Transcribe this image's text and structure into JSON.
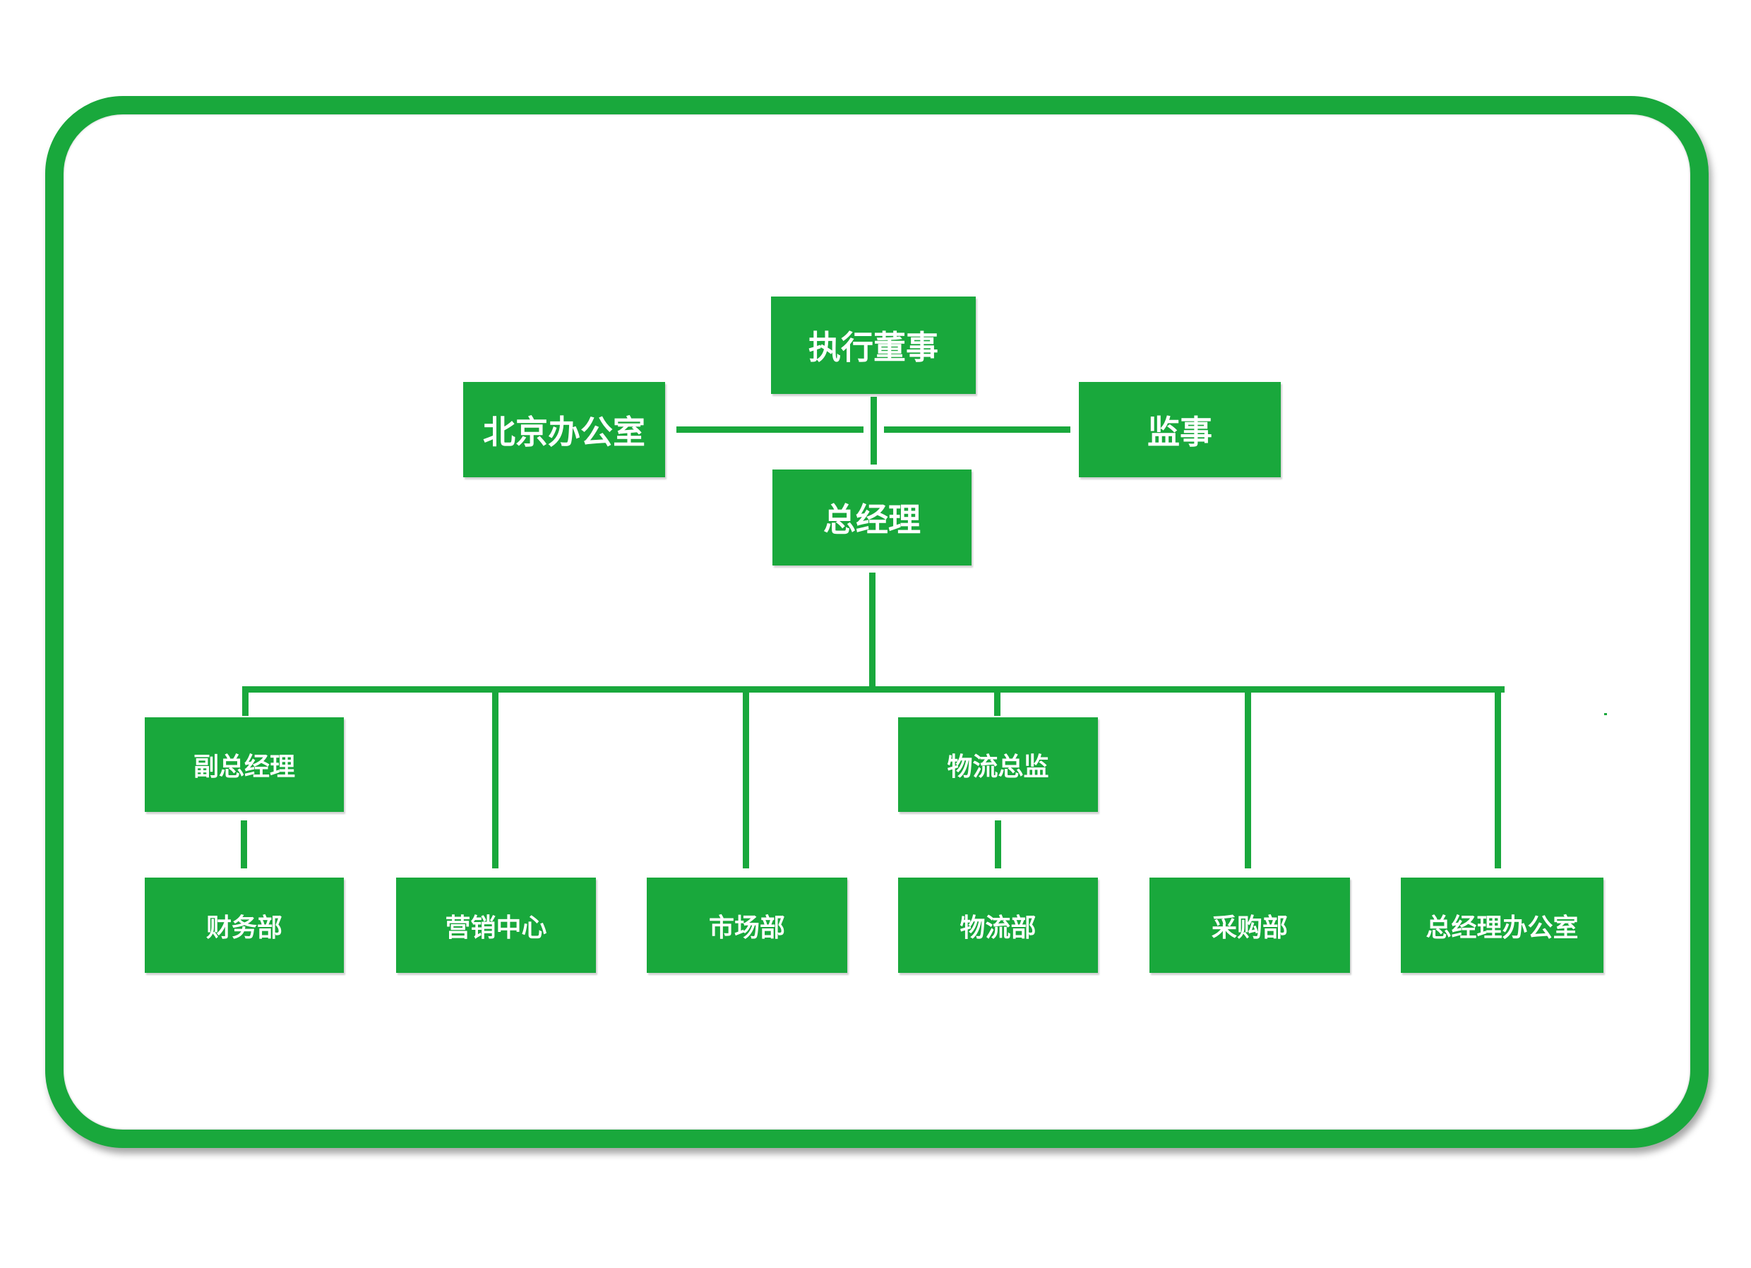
{
  "colors": {
    "accent": "#19a83c",
    "text": "#ffffff",
    "background": "#ffffff"
  },
  "chart": {
    "top": {
      "executive_director": "执行董事",
      "beijing_office": "北京办公室",
      "supervisor": "监事",
      "general_manager": "总经理"
    },
    "middle": {
      "deputy_general_manager": "副总经理",
      "logistics_director": "物流总监"
    },
    "departments": {
      "finance": "财务部",
      "marketing_center": "营销中心",
      "market": "市场部",
      "logistics": "物流部",
      "procurement": "采购部",
      "gm_office": "总经理办公室"
    }
  }
}
